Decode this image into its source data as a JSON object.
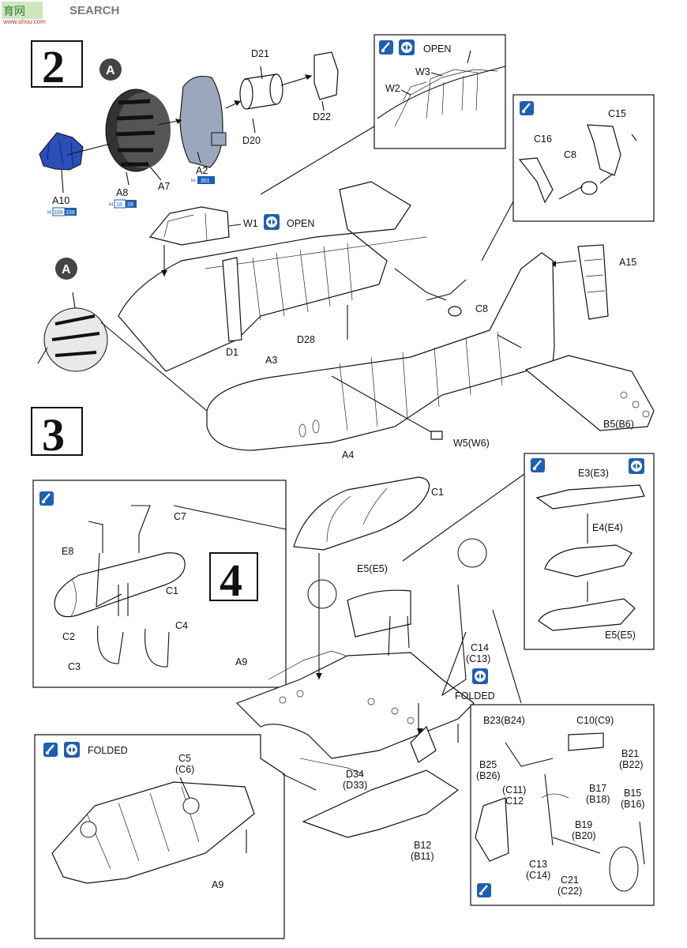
{
  "watermark": {
    "text": "SEARCH",
    "sub": "www.shou.com"
  },
  "steps": [
    {
      "number": "2",
      "badge": "A"
    },
    {
      "number": "3"
    },
    {
      "number": "4"
    }
  ],
  "labels": {
    "d21": "D21",
    "d22": "D22",
    "d20": "D20",
    "a2": "A2",
    "a7": "A7",
    "a8": "A8",
    "a10": "A10",
    "w1": "W1",
    "w1_open": "OPEN",
    "w2": "W2",
    "w3": "W3",
    "top_open": "OPEN",
    "c15": "C15",
    "c16": "C16",
    "c8_box": "C8",
    "c8": "C8",
    "a15": "A15",
    "badge_a2": "A",
    "d1": "D1",
    "a3": "A3",
    "d28": "D28",
    "a4": "A4",
    "w5": "W5(W6)",
    "b5": "B5(B6)",
    "c1_top": "C1",
    "c7": "C7",
    "e8": "E8",
    "c1_box": "C1",
    "c2": "C2",
    "c3": "C3",
    "c4": "C4",
    "e5_mid": "E5(E5)",
    "e3": "E3(E3)",
    "e4": "E4(E4)",
    "e5_box": "E5(E5)",
    "a9_mid": "A9",
    "c14": "C14",
    "c13_par": "(C13)",
    "folded_mid": "FOLDED",
    "d34": "D34",
    "d33": "(D33)",
    "b12": "B12",
    "b11": "(B11)",
    "folded_box": "FOLDED",
    "c5": "C5",
    "c6": "(C6)",
    "a9_box": "A9",
    "b23": "B23(B24)",
    "c10": "C10(C9)",
    "b21": "B21",
    "b22": "(B22)",
    "b25": "B25",
    "b26": "(B26)",
    "b17": "B17",
    "b18": "(B18)",
    "c11": "(C11)",
    "c12": "C12",
    "b15": "B15",
    "b16": "(B16)",
    "b19": "B19",
    "b20": "(B20)",
    "c13": "C13",
    "c14_par": "(C14)",
    "c21": "C21",
    "c22": "(C22)"
  },
  "color_codes": {
    "a2": {
      "prefix": "H",
      "codes": [
        "351"
      ]
    },
    "a8": {
      "prefix": "H",
      "codes": [
        "18",
        "28"
      ]
    },
    "a10": {
      "prefix": "H",
      "codes": [
        "339",
        "339"
      ]
    }
  },
  "colors": {
    "accent_blue": "#1d5fb3",
    "engine_blue": "#2a4fb8",
    "gray_part": "#9aa7bd",
    "line": "#111111"
  }
}
